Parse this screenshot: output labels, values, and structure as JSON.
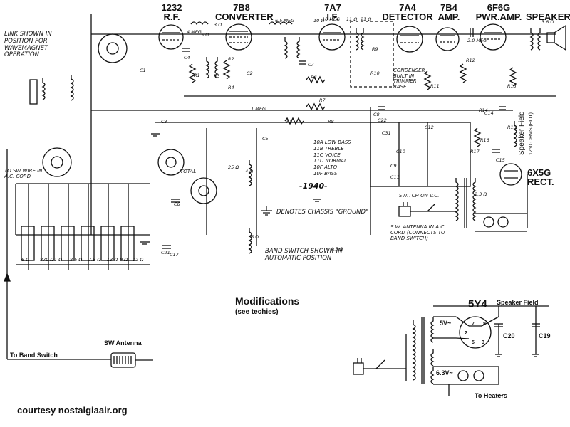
{
  "tubes": [
    {
      "type": "1232",
      "function": "R.F."
    },
    {
      "type": "7B8",
      "function": "CONVERTER"
    },
    {
      "type": "7A7",
      "function": "I.F."
    },
    {
      "type": "7A4",
      "function": "DETECTOR"
    },
    {
      "type": "7B4",
      "function": "AMP."
    },
    {
      "type": "6F6G",
      "function": "PWR.AMP."
    }
  ],
  "speaker_label": "SPEAKER",
  "rectifier": {
    "type": "6X5G",
    "function": "RECT."
  },
  "speaker_field": {
    "title": "Speaker Field",
    "rating": "1250 OHMS (HOT)"
  },
  "notes": {
    "link": "LINK SHOWN IN POSITION FOR WAVEMAGNET OPERATION",
    "sw_wire": "TO SW WIRE IN A.C. CORD",
    "year": "-1940-",
    "chassis": "DENOTES CHASSIS \"GROUND\"",
    "band_switch": "BAND SWITCH SHOWN IN AUTOMATIC POSITION",
    "switch_on_vc": "SWITCH ON V.C.",
    "sw_antenna_cord": "S.W. ANTENNA IN A.C. CORD (CONNECTS TO BAND SWITCH)",
    "trimmer": "CONDENSER BUILT IN TRIMMER BASE",
    "total": "TOTAL"
  },
  "tone_legend": [
    "10A LOW BASS",
    "11B TREBLE",
    "11C VOICE",
    "11D NORMAL",
    "10F ALTO",
    "10F BASS"
  ],
  "modifications": {
    "title": "Modifications",
    "subtitle": "(see techies)",
    "tube": "5Y4",
    "speaker_field": "Speaker Field",
    "v5": "5V~",
    "v63": "6.3V~",
    "c20": "C20",
    "c19": "C19",
    "heaters": "To Heaters",
    "pins": [
      "7",
      "8",
      "2",
      "5",
      "3"
    ]
  },
  "antenna": {
    "label": "SW Antenna",
    "to_band": "To Band Switch"
  },
  "component_labels": [
    "R1",
    "R2",
    "R3",
    "R4",
    "R5",
    "R6",
    "R7",
    "R8",
    "R9",
    "R10",
    "R11",
    "R12",
    "R13",
    "R14",
    "R15",
    "R16",
    "R17",
    "C1",
    "C2",
    "C3",
    "C4",
    "C5",
    "C6",
    "C7",
    "C8",
    "C9",
    "C10",
    "C11",
    "C12",
    "C14",
    "C15",
    "C17",
    "C21",
    "C22",
    "C31",
    "10 MEG",
    "2.0 MEG",
    ".1 MEG",
    "4 MEG",
    "6.5 MEG",
    "10 Ω",
    "11 Ω",
    "21 Ω",
    "4 Ω",
    "6 Ω",
    "7.5 Ω",
    "8.5 Ω",
    "870 Ω",
    "1 Ω",
    "2.3 Ω",
    "4.5 Ω",
    "3 Ω",
    "5 Ω",
    "6 Ω",
    "9 Ω",
    "12 Ω",
    "13 Ω",
    "25 Ω",
    "3.8 Ω"
  ],
  "credit": "courtesy nostalgiaair.org"
}
